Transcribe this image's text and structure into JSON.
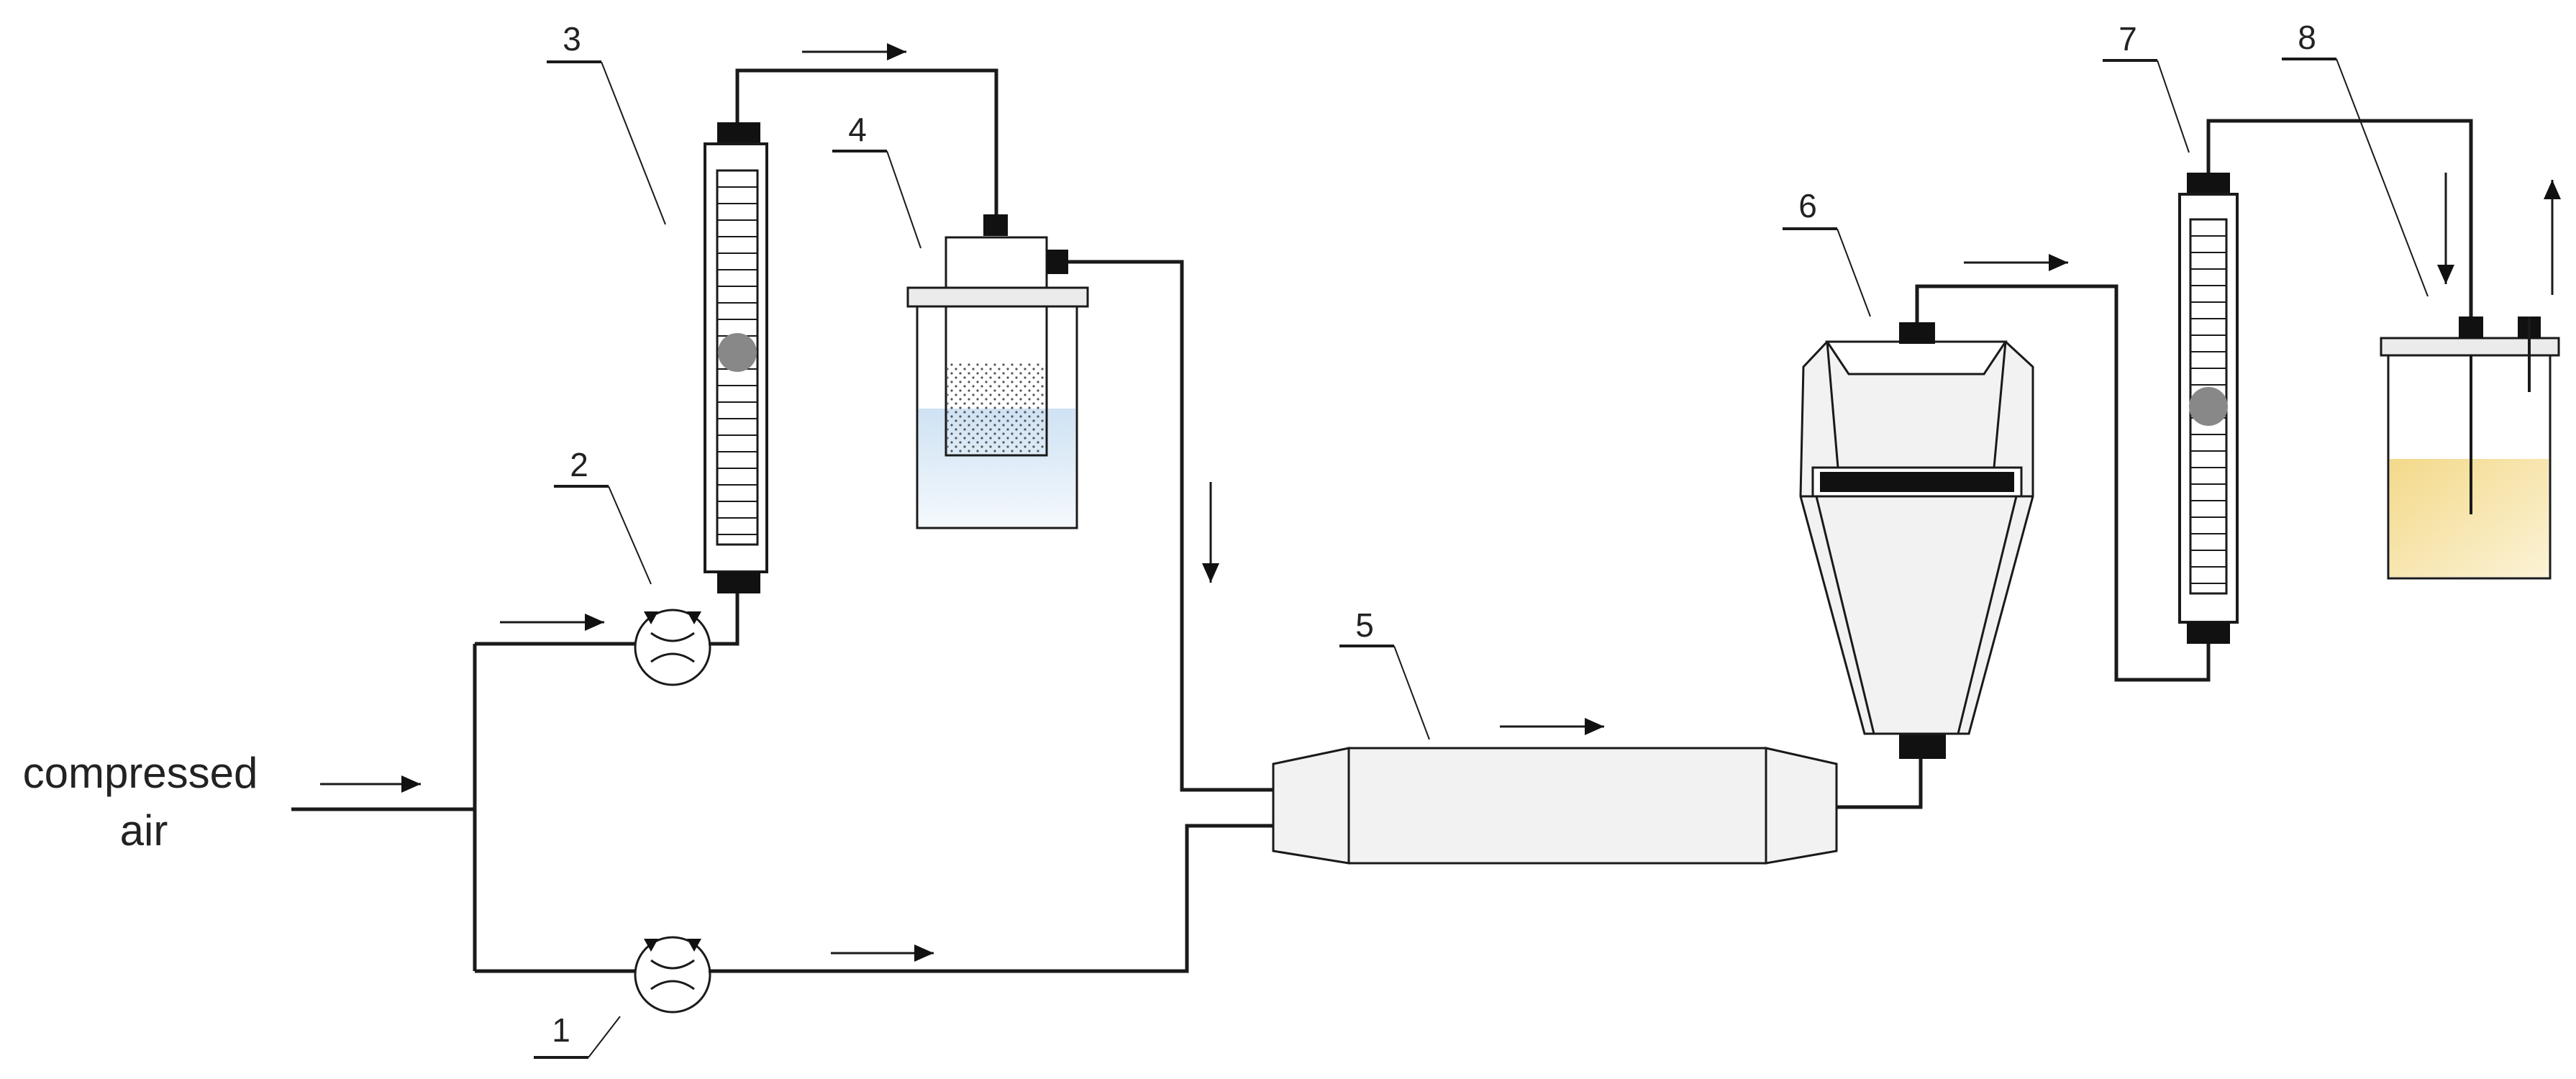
{
  "diagram": {
    "inlet_label_line1": "compressed",
    "inlet_label_line2": "air",
    "component_labels": [
      "1",
      "2",
      "3",
      "4",
      "5",
      "6",
      "7",
      "8"
    ],
    "colors": {
      "line": "#1a1a1a",
      "connector": "#111111",
      "water": "#dcebf7",
      "collector_liquid": "#f5dc8c",
      "float": "#888888",
      "chamber_fill": "#f2f2f2"
    }
  }
}
